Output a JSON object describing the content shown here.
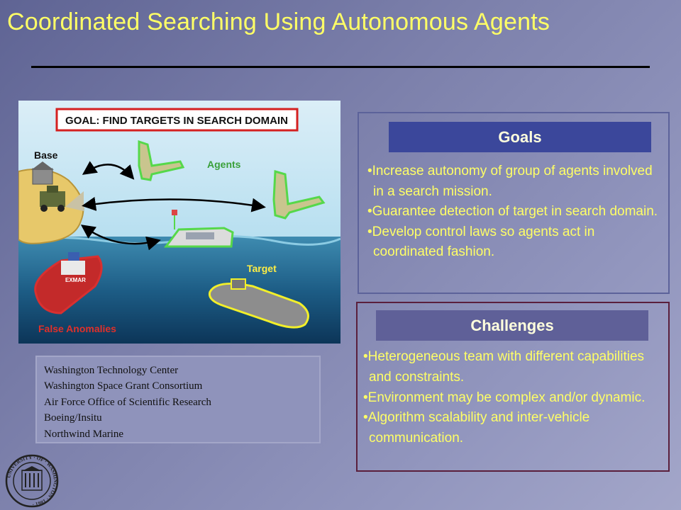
{
  "title": "Coordinated Searching Using Autonomous Agents",
  "illustration": {
    "goal_banner": "GOAL: FIND TARGETS IN SEARCH DOMAIN",
    "labels": {
      "base": "Base",
      "agents": "Agents",
      "target": "Target",
      "false_anomalies": "False Anomalies"
    },
    "ship_name": "EXMAR"
  },
  "sponsors": [
    "Washington Technology Center",
    "Washington Space Grant Consortium",
    "Air Force Office of Scientific Research",
    "Boeing/Insitu",
    "Northwind Marine"
  ],
  "goals": {
    "heading": "Goals",
    "items": [
      "•Increase autonomy of group of agents involved in a search mission.",
      "•Guarantee detection of target in search domain.",
      "•Develop control laws so agents act in coordinated fashion."
    ]
  },
  "challenges": {
    "heading": "Challenges",
    "items": [
      "•Heterogeneous team with different capabilities and constraints.",
      "•Environment may be complex and/or dynamic.",
      "•Algorithm scalability and inter-vehicle communication."
    ]
  },
  "colors": {
    "title": "#ffff66",
    "bullet_text": "#ffff66",
    "goals_header_bg": "#3b479b",
    "challenges_header_bg": "#5f6098",
    "goals_border": "#5c629a",
    "challenges_border": "#5a1f3c"
  },
  "seal": {
    "name": "university-of-washington-seal-icon",
    "text": "UNIVERSITY · OF · WASHINGTON · 1861"
  }
}
